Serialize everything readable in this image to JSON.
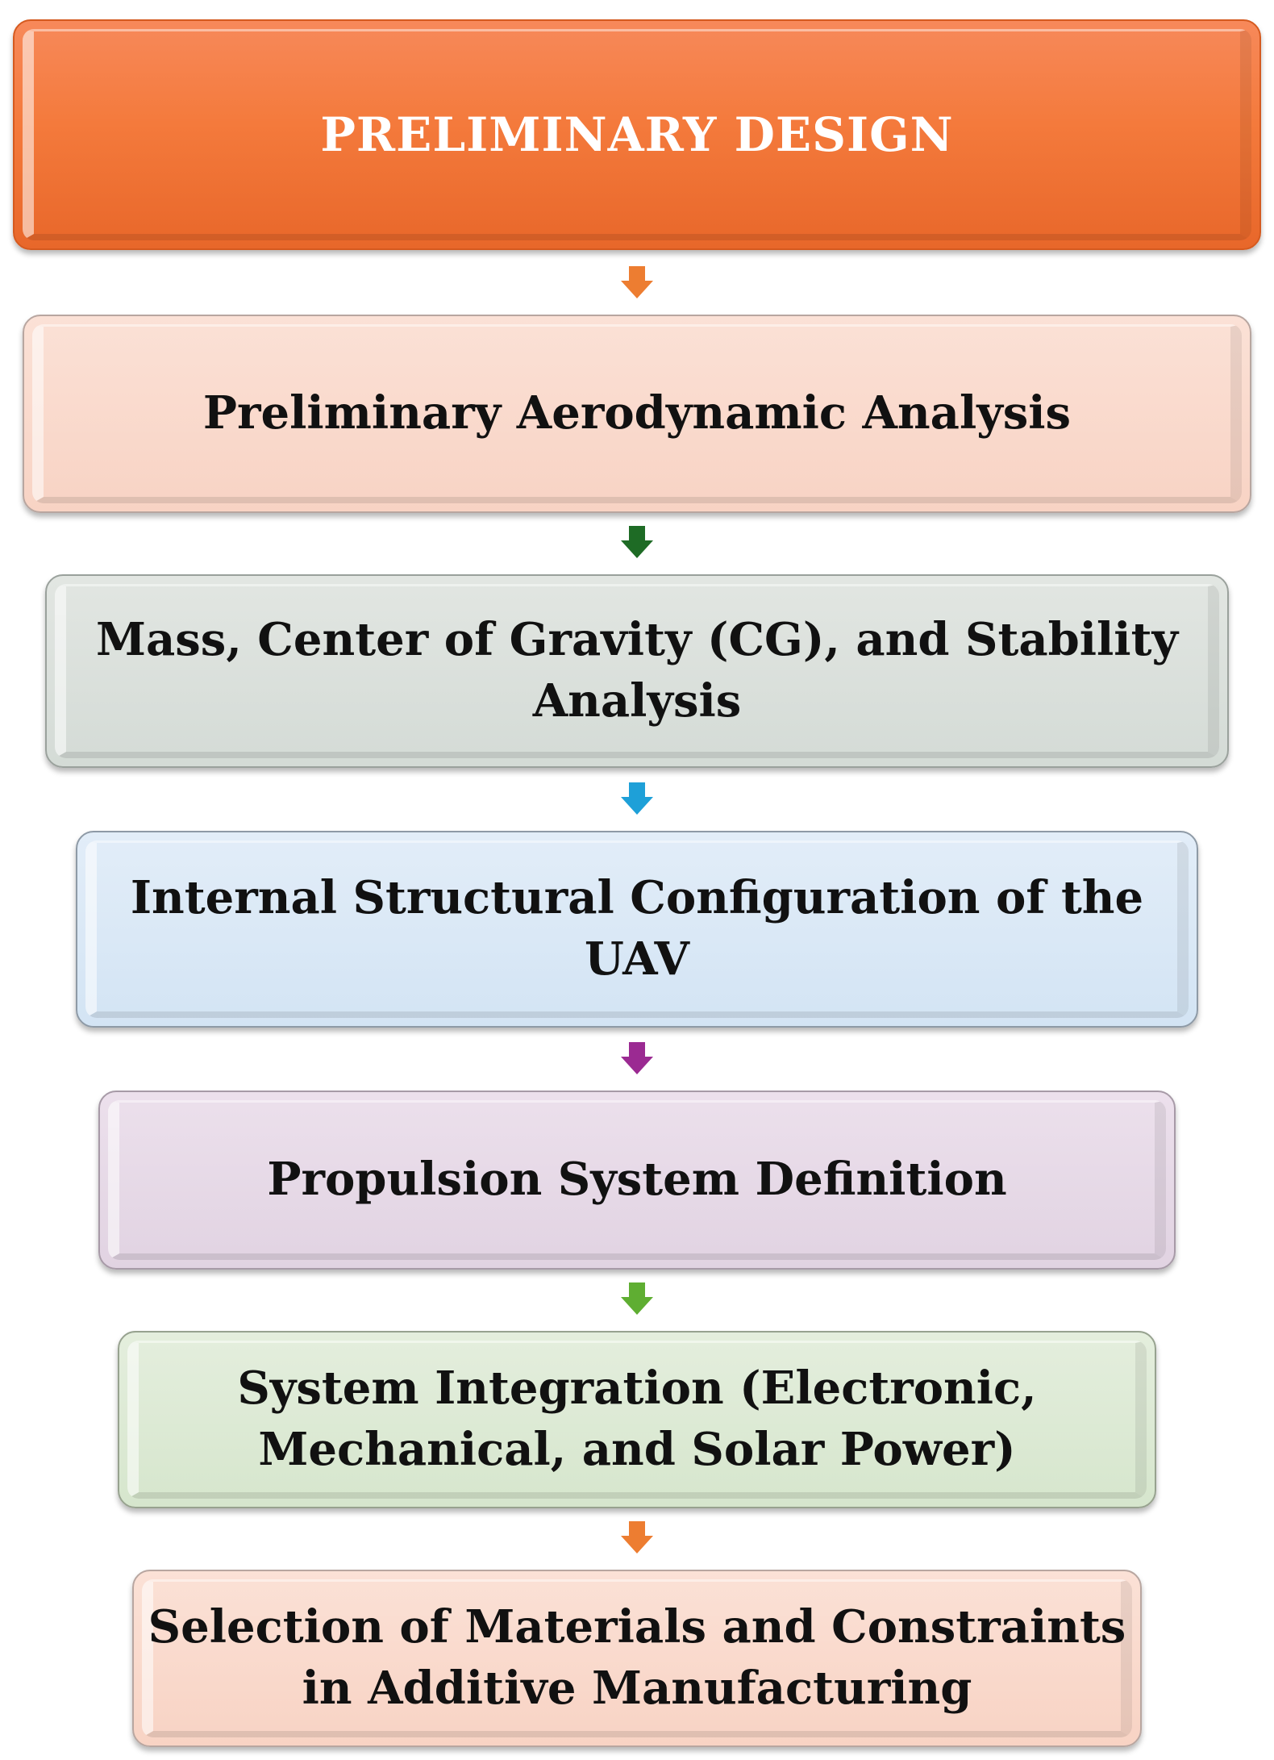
{
  "steps": [
    {
      "label": "PRELIMINARY DESIGN",
      "color": "#f47a3c"
    },
    {
      "label": "Preliminary Aerodynamic Analysis",
      "color": "#f8d3c4"
    },
    {
      "label": "Mass, Center of Gravity (CG), and Stability Analysis",
      "color": "#d4dbd6"
    },
    {
      "label": "Internal Structural Configuration of the UAV",
      "color": "#d3e4f4"
    },
    {
      "label": "Propulsion System Definition",
      "color": "#e1d3e2"
    },
    {
      "label": "System Integration (Electronic, Mechanical, and Solar Power)",
      "color": "#d6e6cd"
    },
    {
      "label": "Selection of Materials and Constraints in Additive Manufacturing",
      "color": "#f8d3c4"
    }
  ],
  "arrows": [
    {
      "icon": "arrow-down-icon",
      "color": "#ed7d31"
    },
    {
      "icon": "arrow-down-icon",
      "color": "#1e6b25"
    },
    {
      "icon": "arrow-down-icon",
      "color": "#1ea0d8"
    },
    {
      "icon": "arrow-down-icon",
      "color": "#9b2a92"
    },
    {
      "icon": "arrow-down-icon",
      "color": "#5fae32"
    },
    {
      "icon": "arrow-down-icon",
      "color": "#ed7d31"
    }
  ]
}
